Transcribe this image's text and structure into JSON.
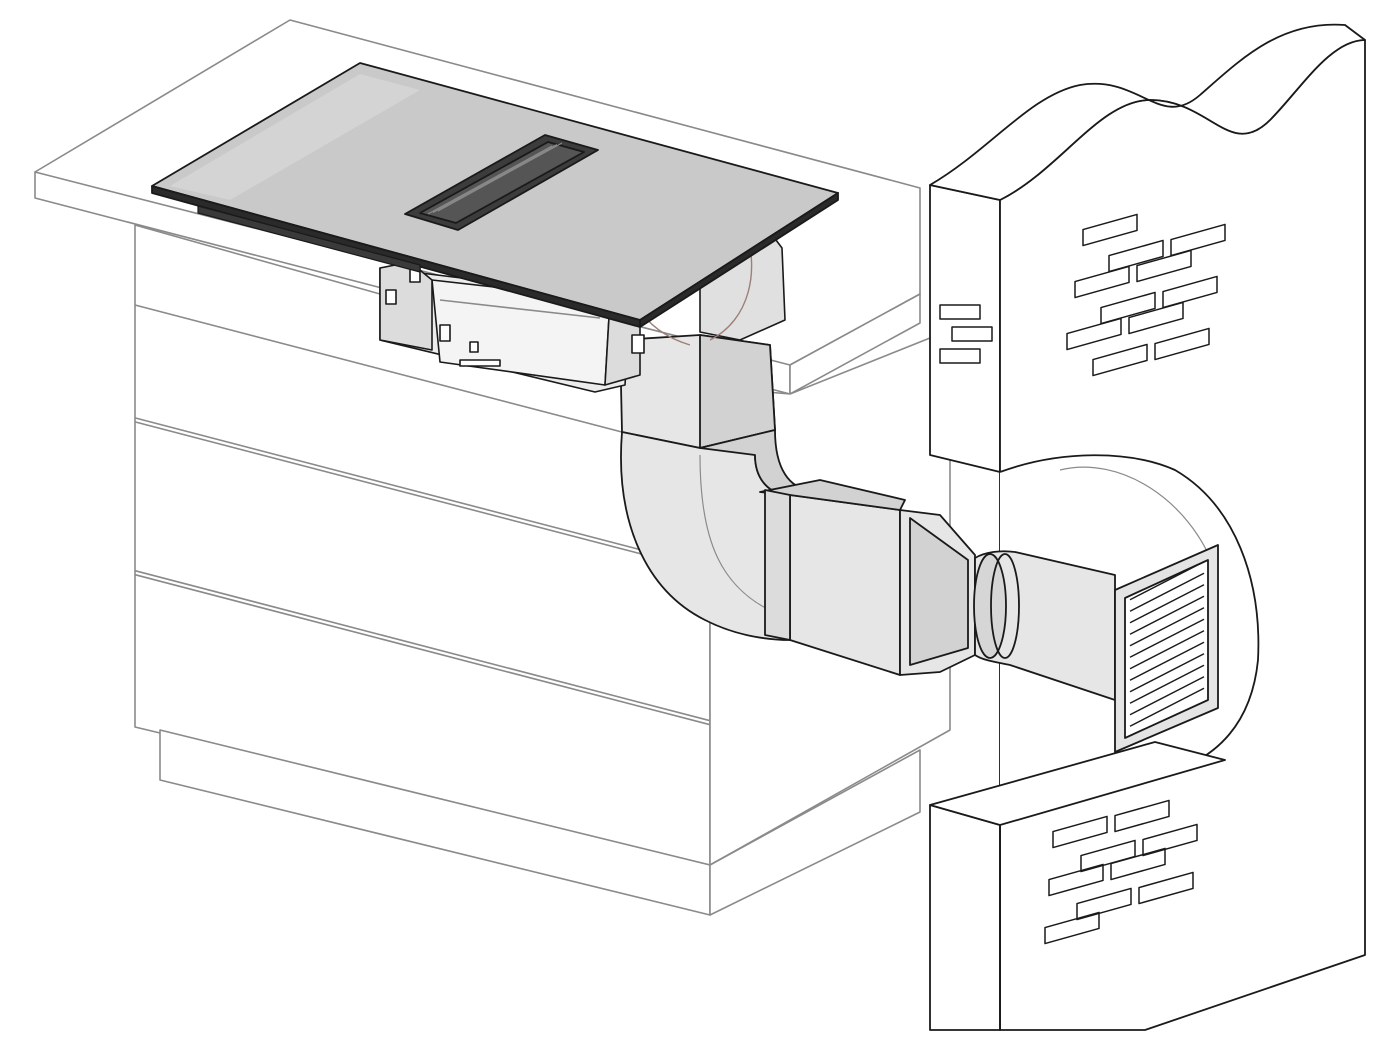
{
  "diagram": {
    "subject": "",
    "colors": {
      "background": "#ffffff",
      "line": "#1a1a1a",
      "light_line": "#8a8a8a",
      "cabinet_fill": "#ffffff",
      "hob_glass": "#c9c9c9",
      "hob_dark": "#2a2a2a",
      "duct_fill": "#e6e6e6",
      "duct_shade": "#d2d2d2",
      "ghost_outline": "#9c7f78",
      "grille_fill": "#e4e4e4"
    },
    "brick_rows": {
      "upper_wall": 6,
      "lower_wall": 5,
      "wall_edge": 3
    },
    "grille_slats": 12,
    "cabinet_drawers": 3
  }
}
